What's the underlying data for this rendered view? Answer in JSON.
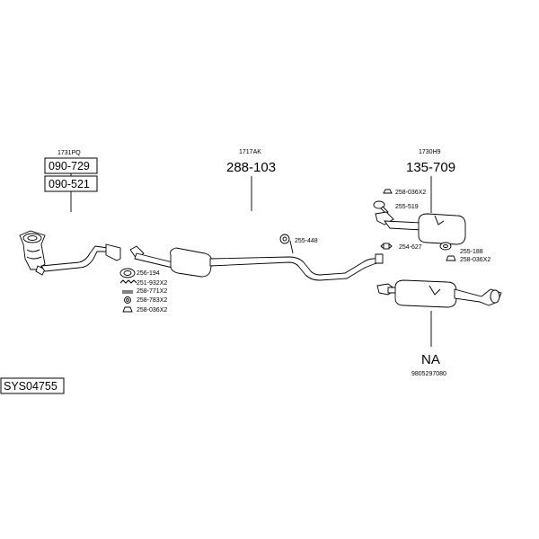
{
  "diagram": {
    "system_code": "SYS04755",
    "groups": [
      {
        "id": "front",
        "ref": "1731PQ",
        "part_numbers": [
          "090-729",
          "090-521"
        ]
      },
      {
        "id": "middle",
        "ref": "1717AK",
        "part_number": "288-103"
      },
      {
        "id": "rear",
        "ref": "1730H9",
        "part_number": "135-709"
      },
      {
        "id": "alt-rear",
        "part_number": "NA",
        "oem": "9805297080"
      }
    ],
    "fittings": {
      "f256_194": "256-194",
      "f251_932": "251-932X2",
      "f258_771": "258-771X2",
      "f258_783": "258-783X2",
      "f258_036_front": "258-036X2",
      "f255_448": "255-448",
      "f258_036_top": "258-036X2",
      "f255_519": "255-519",
      "f254_627": "254-627",
      "f255_188": "255-188",
      "f258_036_rear": "258-036X2"
    }
  }
}
